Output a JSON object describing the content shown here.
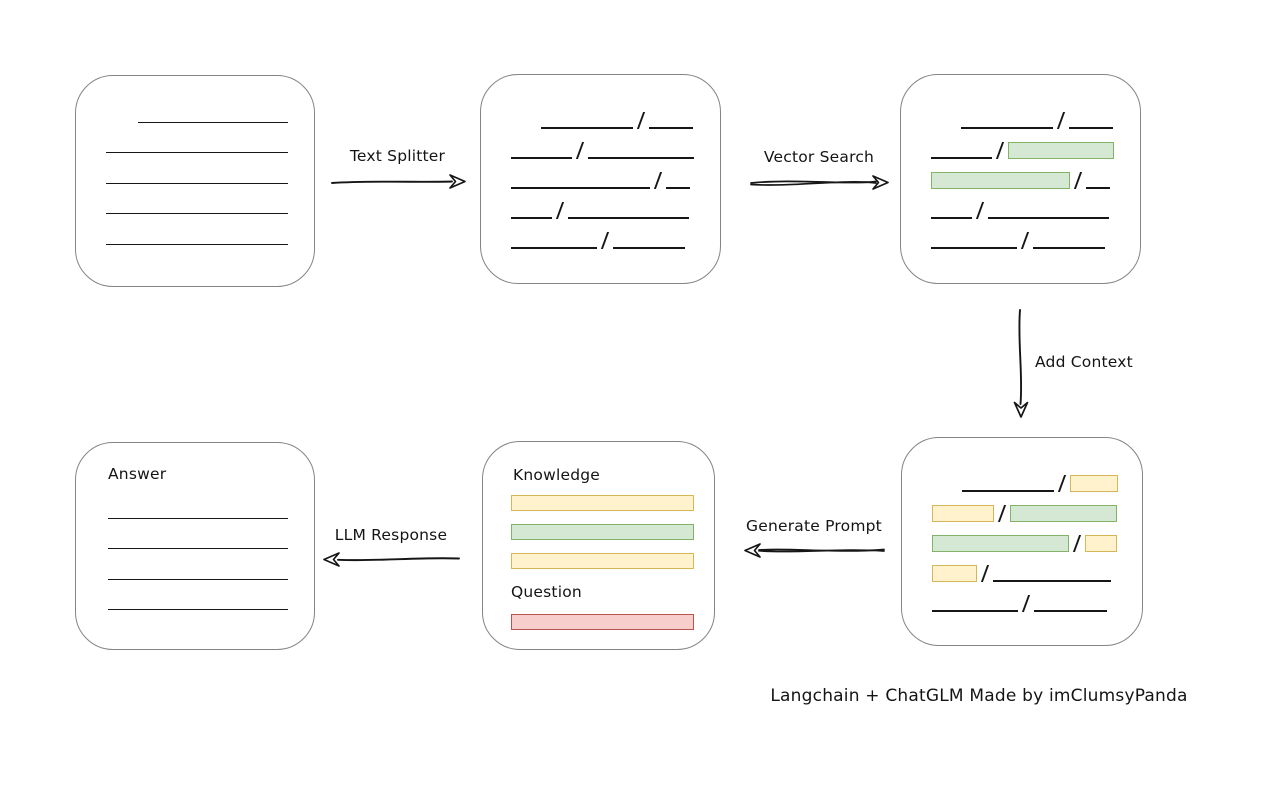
{
  "caption": "Langchain + ChatGLM Made by imClumsyPanda",
  "colors": {
    "green": {
      "fill": "#d5e8d4",
      "stroke": "#82b366"
    },
    "yellow": {
      "fill": "#fff2cc",
      "stroke": "#d6b656"
    },
    "red": {
      "fill": "#f8cecc",
      "stroke": "#b85450"
    },
    "box_border": "#848484",
    "ink": "#161616"
  },
  "arrows": {
    "text_splitter": {
      "label": "Text Splitter",
      "direction": "right"
    },
    "vector_search": {
      "label": "Vector Search",
      "direction": "right"
    },
    "add_context": {
      "label": "Add Context",
      "direction": "down"
    },
    "generate_prompt": {
      "label": "Generate Prompt",
      "direction": "left"
    },
    "llm_response": {
      "label": "LLM Response",
      "direction": "left"
    }
  },
  "boxes": {
    "document": {
      "lines": [
        {
          "w": 150,
          "ml": 32
        },
        {
          "w": 182
        },
        {
          "w": 182
        },
        {
          "w": 182
        },
        {
          "w": 182
        }
      ]
    },
    "split_chunks": {
      "rows": [
        [
          {
            "k": "indent",
            "w": 30
          },
          {
            "k": "line",
            "w": 92
          },
          {
            "k": "slash"
          },
          {
            "k": "line",
            "w": 44
          }
        ],
        [
          {
            "k": "line",
            "w": 61
          },
          {
            "k": "slash"
          },
          {
            "k": "line",
            "w": 106
          }
        ],
        [
          {
            "k": "line",
            "w": 139
          },
          {
            "k": "slash"
          },
          {
            "k": "line",
            "w": 24
          }
        ],
        [
          {
            "k": "line",
            "w": 41
          },
          {
            "k": "slash"
          },
          {
            "k": "line",
            "w": 121
          }
        ],
        [
          {
            "k": "line",
            "w": 86
          },
          {
            "k": "slash"
          },
          {
            "k": "line",
            "w": 72
          }
        ]
      ]
    },
    "searched_chunks": {
      "rows": [
        [
          {
            "k": "indent",
            "w": 30
          },
          {
            "k": "line",
            "w": 92
          },
          {
            "k": "slash"
          },
          {
            "k": "line",
            "w": 44
          }
        ],
        [
          {
            "k": "line",
            "w": 61
          },
          {
            "k": "slash"
          },
          {
            "k": "rect",
            "c": "green",
            "w": 106
          }
        ],
        [
          {
            "k": "rect",
            "c": "green",
            "w": 139
          },
          {
            "k": "slash"
          },
          {
            "k": "line",
            "w": 24
          }
        ],
        [
          {
            "k": "line",
            "w": 41
          },
          {
            "k": "slash"
          },
          {
            "k": "line",
            "w": 121
          }
        ],
        [
          {
            "k": "line",
            "w": 86
          },
          {
            "k": "slash"
          },
          {
            "k": "line",
            "w": 72
          }
        ]
      ]
    },
    "context_chunks": {
      "rows": [
        [
          {
            "k": "indent",
            "w": 30
          },
          {
            "k": "line",
            "w": 92
          },
          {
            "k": "slash"
          },
          {
            "k": "rect",
            "c": "yellow",
            "w": 48
          }
        ],
        [
          {
            "k": "rect",
            "c": "yellow",
            "w": 62
          },
          {
            "k": "slash"
          },
          {
            "k": "rect",
            "c": "green",
            "w": 107
          }
        ],
        [
          {
            "k": "rect",
            "c": "green",
            "w": 137
          },
          {
            "k": "slash"
          },
          {
            "k": "rect",
            "c": "yellow",
            "w": 32
          }
        ],
        [
          {
            "k": "rect",
            "c": "yellow",
            "w": 45
          },
          {
            "k": "slash"
          },
          {
            "k": "line",
            "w": 118
          }
        ],
        [
          {
            "k": "line",
            "w": 86
          },
          {
            "k": "slash"
          },
          {
            "k": "line",
            "w": 73
          }
        ]
      ]
    },
    "prompt": {
      "knowledge_label": "Knowledge",
      "question_label": "Question",
      "knowledge_bars": [
        {
          "c": "yellow"
        },
        {
          "c": "green"
        },
        {
          "c": "yellow"
        }
      ],
      "question_bars": [
        {
          "c": "red"
        }
      ]
    },
    "answer": {
      "label": "Answer",
      "lines": [
        {
          "w": 180
        },
        {
          "w": 180
        },
        {
          "w": 180
        },
        {
          "w": 180
        }
      ]
    }
  }
}
